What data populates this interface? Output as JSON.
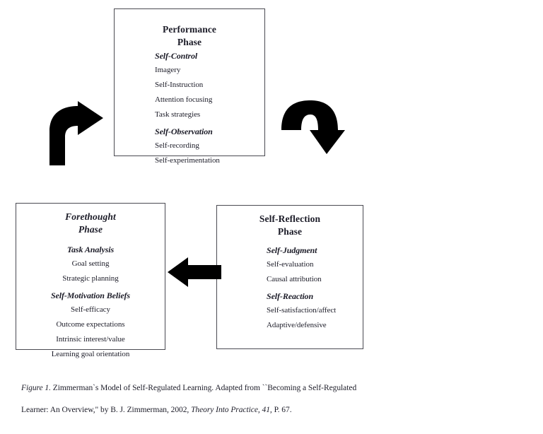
{
  "figure": {
    "diagram_type": "cyclical-phase-model",
    "boxes": [
      {
        "id": "performance",
        "title_line1": "Performance",
        "title_line2": "Phase",
        "title_style": "bold",
        "groups": [
          {
            "heading": "Self-Control",
            "items": [
              "Imagery",
              "Self-Instruction",
              "Attention focusing",
              "Task strategies"
            ]
          },
          {
            "heading": "Self-Observation",
            "items": [
              "Self-recording",
              "Self-experimentation"
            ]
          }
        ]
      },
      {
        "id": "forethought",
        "title_line1": "Forethought",
        "title_line2": "Phase",
        "title_style": "bold-italic",
        "groups": [
          {
            "heading": "Task Analysis",
            "items": [
              "Goal setting",
              "Strategic planning"
            ]
          },
          {
            "heading": "Self-Motivation Beliefs",
            "items": [
              "Self-efficacy",
              "Outcome expectations",
              "Intrinsic interest/value",
              "Learning goal orientation"
            ]
          }
        ]
      },
      {
        "id": "reflection",
        "title_line1": "Self-Reflection",
        "title_line2": "Phase",
        "title_style": "bold",
        "groups": [
          {
            "heading": "Self-Judgment",
            "items": [
              "Self-evaluation",
              "Causal attribution"
            ]
          },
          {
            "heading": "Self-Reaction",
            "items": [
              "Self-satisfaction/affect",
              "Adaptive/defensive"
            ]
          }
        ]
      }
    ],
    "arrows": [
      {
        "id": "forethought-to-performance",
        "icon": "curved-arrow-up-right-icon",
        "color": "#000000"
      },
      {
        "id": "performance-to-reflection",
        "icon": "curved-arrow-down-right-icon",
        "color": "#000000"
      },
      {
        "id": "reflection-to-forethought",
        "icon": "arrow-left-icon",
        "color": "#000000"
      }
    ],
    "caption": {
      "label": "Figure 1.",
      "line1_rest": " Zimmerman`s Model of Self-Regulated Learning. Adapted from ``Becoming a Self-Regulated",
      "line2_part1": "Learner: An Overview,\" by B. J. Zimmerman, 2002, ",
      "line2_italic": "Theory Into Practice, 41,",
      "line2_part2": " P. 67."
    }
  },
  "colors": {
    "box_border": "#4a4a52",
    "text": "#1c1c28",
    "arrow": "#000000",
    "background": "#ffffff"
  }
}
